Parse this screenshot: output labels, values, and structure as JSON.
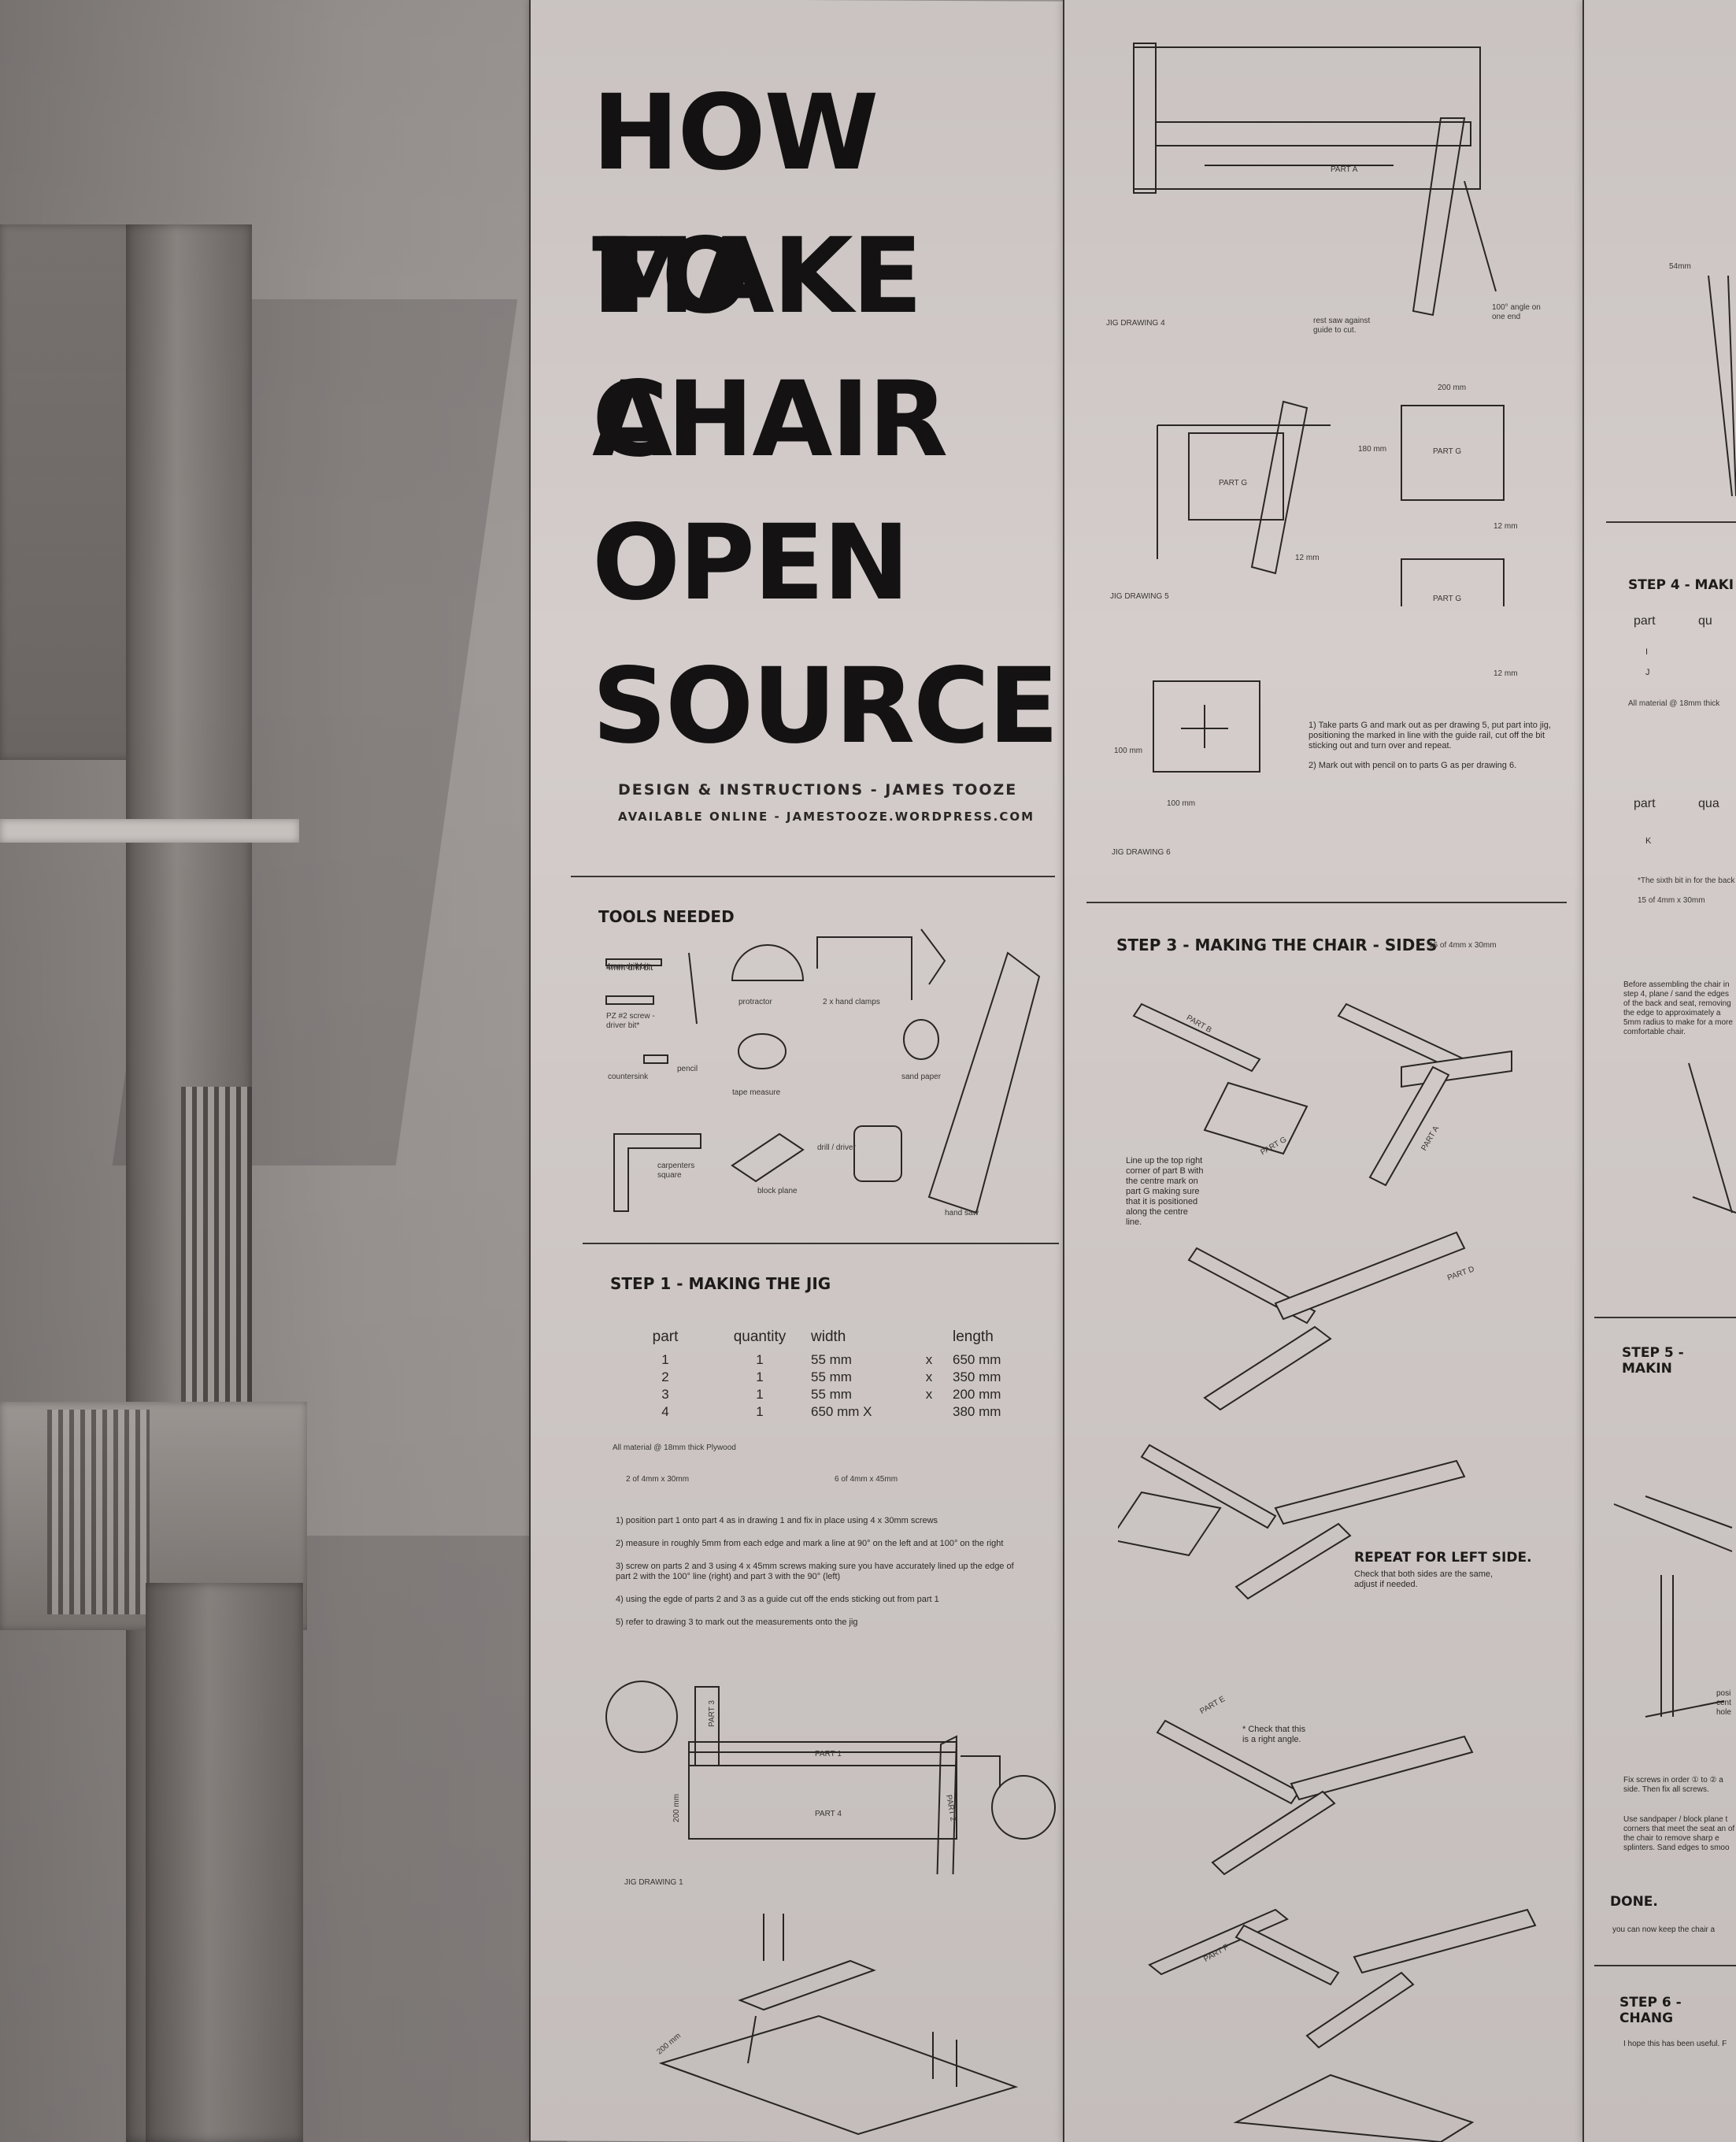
{
  "poster": {
    "title_lines": [
      "HOW TO",
      "MAKE A",
      "CHAIR",
      "OPEN",
      "SOURCE"
    ],
    "credit_line1": "DESIGN & INSTRUCTIONS - JAMES TOOZE",
    "credit_line2": "AVAILABLE ONLINE - JAMESTOOZE.WORDPRESS.COM"
  },
  "tools": {
    "heading": "TOOLS NEEDED",
    "items": [
      "4mm drill bit",
      "PZ #2 screw -driver bit*",
      "pencil",
      "countersink",
      "protractor",
      "2 x hand clamps",
      "tape measure",
      "sand paper",
      "carpenters square",
      "block plane",
      "drill / driver",
      "hand saw"
    ]
  },
  "step1": {
    "heading": "STEP 1 - MAKING THE JIG",
    "columns": [
      "part",
      "quantity",
      "width",
      "length"
    ],
    "rows": [
      {
        "part": "1",
        "qty": "1",
        "width": "55 mm",
        "x": "x",
        "length": "650 mm"
      },
      {
        "part": "2",
        "qty": "1",
        "width": "55 mm",
        "x": "x",
        "length": "350 mm"
      },
      {
        "part": "3",
        "qty": "1",
        "width": "55 mm",
        "x": "x",
        "length": "200 mm"
      },
      {
        "part": "4",
        "qty": "1",
        "width": "650 mm X",
        "x": "",
        "length": "380 mm"
      }
    ],
    "material_note": "All material @ 18mm thick Plywood",
    "screws_a": "2 of 4mm x 30mm",
    "screws_b": "6 of 4mm x 45mm",
    "instructions": [
      "1) position part 1 onto part 4 as in drawing 1 and fix in place using 4 x 30mm screws",
      "2) measure in roughly 5mm from each edge and mark a line at 90° on the left and at 100° on the right",
      "3) screw on parts 2 and 3 using 4 x 45mm screws making sure you have accurately lined up the edge of part 2 with the 100° line (right) and part 3 with the 90° (left)",
      "4) using the egde of parts 2 and 3 as a guide cut off the ends sticking out from part 1",
      "5) refer to drawing 3 to mark out the measurements onto the jig"
    ],
    "drawing1_label": "JIG DRAWING 1",
    "part_labels": [
      "PART 1",
      "PART 4",
      "PART 3",
      "PART 2"
    ],
    "dim_200": "200 mm"
  },
  "jig_drawings": {
    "drawing4": "JIG DRAWING 4",
    "drawing4_note": "rest saw against guide to cut.",
    "angle_note": "100° angle on one end",
    "drawing5": "JIG DRAWING 5",
    "drawing6": "JIG DRAWING 6",
    "part_a": "PART A",
    "part_g": "PART G",
    "dim_200": "200 mm",
    "dim_180": "180 mm",
    "dim_12": "12 mm",
    "dim_100": "100 mm",
    "step_notes": [
      "1) Take parts G and mark out as per drawing 5, put part into jig, positioning the marked in line with the guide rail, cut off the bit sticking out and turn over and repeat.",
      "2) Mark out with pencil on to parts G as per drawing 6."
    ]
  },
  "step3": {
    "heading": "STEP 3 - MAKING THE CHAIR - SIDES",
    "screw_note": "16 of 4mm x 30mm",
    "note": "Line up the top right corner of part B with the centre mark on part G making sure that it is positioned along the centre line.",
    "repeat_heading": "REPEAT FOR LEFT SIDE.",
    "repeat_note": "Check that both sides are the same, adjust if needed.",
    "right_angle_note": "* Check that this is a right angle.",
    "labels": [
      "PART B",
      "PART G",
      "PART A",
      "PART D",
      "PART E",
      "PART F"
    ]
  },
  "panel3": {
    "step4_heading": "STEP 4 - MAKI",
    "col_part": "part",
    "col_qu": "qu",
    "rows": [
      "I",
      "J"
    ],
    "material_note": "All material @ 18mm thick",
    "part_k": "K",
    "col_part2": "part",
    "col_qua": "qua",
    "note1": "*The sixth bit in for the back",
    "note2": "15 of 4mm x 30mm",
    "assembly_note": "Before assembling the chair in step 4, plane / sand the edges of the back and seat, removing the edge to approximately a 5mm radius to make for a more comfortable chair.",
    "step5_heading": "STEP 5 - MAKIN",
    "posi": "posi cent hole",
    "fix_note": "Fix screws in order ① to ② a side. Then fix all screws.",
    "sand_note": "Use sandpaper / block plane t corners that meet the seat an of the chair to remove sharp e splinters. Sand edges to smoo",
    "done": "DONE.",
    "done_note": "you can now keep the chair a",
    "step6_heading": "STEP 6 - CHANG",
    "step6_note": "I hope this has been useful. F",
    "dim_label": "54mm"
  },
  "colors": {
    "poster": "#d4cdcb",
    "ink": "#1d1b1a",
    "wall": "#a39d9b"
  }
}
